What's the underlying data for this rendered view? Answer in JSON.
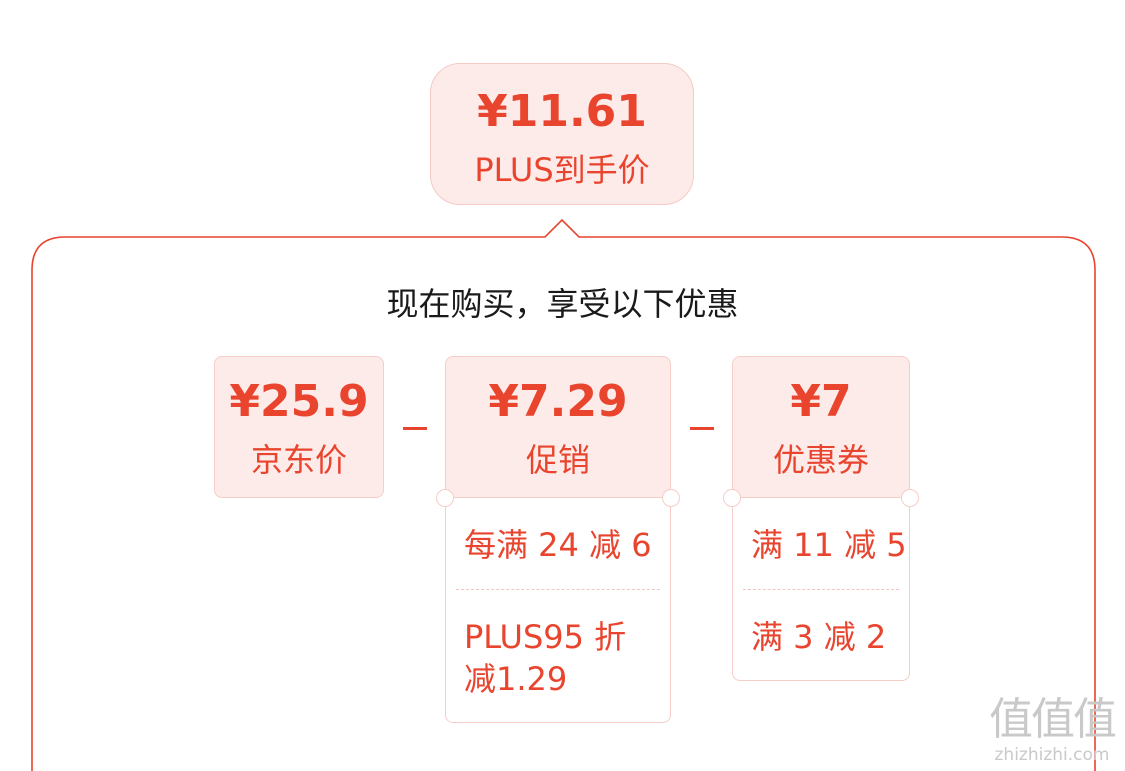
{
  "final": {
    "price": "¥11.61",
    "label": "PLUS到手价"
  },
  "headline": "现在购买，享受以下优惠",
  "cards": [
    {
      "price": "¥25.9",
      "label": "京东价",
      "details": []
    },
    {
      "price": "¥7.29",
      "label": "促销",
      "details": [
        "每满 24 减 6",
        "PLUS95 折",
        "减1.29"
      ]
    },
    {
      "price": "¥7",
      "label": "优惠券",
      "details": [
        "满 11 减 5",
        "满 3 减 2"
      ]
    }
  ],
  "colors": {
    "accent": "#e8442e",
    "card_bg": "#fdebea",
    "card_border": "#f7cdc8",
    "headline": "#1a1a1a"
  },
  "watermark": {
    "big": "值值值",
    "small": "zhizhizhi.com"
  }
}
